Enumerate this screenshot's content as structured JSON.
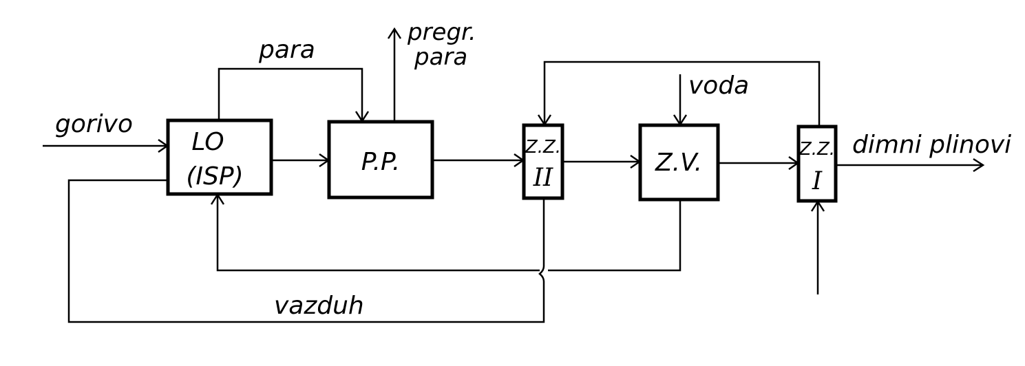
{
  "blocks": {
    "lo": {
      "line1": "LO",
      "line2": "(ISP)"
    },
    "pp": {
      "label": "P.P."
    },
    "zz2": {
      "line1": "Z.Z.",
      "line2": "II"
    },
    "zv": {
      "label": "Z.V."
    },
    "zz1": {
      "line1": "Z.Z.",
      "line2": "I"
    }
  },
  "flows": {
    "gorivo": "gorivo",
    "para": "para",
    "pregr_line1": "pregr.",
    "pregr_line2": "para",
    "voda": "voda",
    "dimni_plinovi": "dimni plinovi",
    "vazduh": "vazduh"
  }
}
